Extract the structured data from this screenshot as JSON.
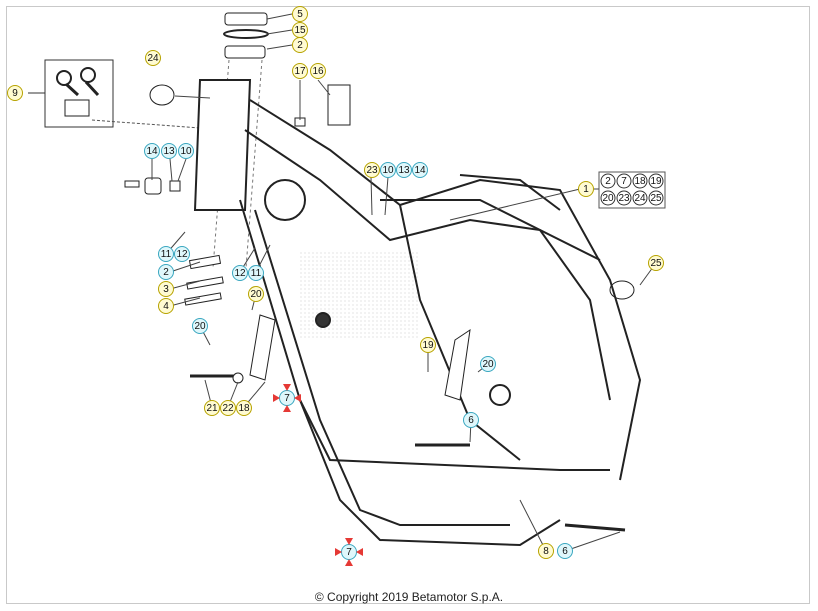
{
  "copyright": "© Copyright 2019 Betamotor S.p.A.",
  "callouts": [
    {
      "label": "5",
      "style": "y"
    },
    {
      "label": "15",
      "style": "y"
    },
    {
      "label": "2",
      "style": "y"
    },
    {
      "label": "24",
      "style": "y"
    },
    {
      "label": "9",
      "style": "y"
    },
    {
      "label": "17",
      "style": "y"
    },
    {
      "label": "16",
      "style": "y"
    },
    {
      "label": "14",
      "style": "c"
    },
    {
      "label": "13",
      "style": "c"
    },
    {
      "label": "10",
      "style": "c"
    },
    {
      "label": "23",
      "style": "y"
    },
    {
      "label": "10",
      "style": "c"
    },
    {
      "label": "13",
      "style": "c"
    },
    {
      "label": "14",
      "style": "c"
    },
    {
      "label": "1",
      "style": "y"
    },
    {
      "label": "11",
      "style": "c"
    },
    {
      "label": "12",
      "style": "c"
    },
    {
      "label": "2",
      "style": "c"
    },
    {
      "label": "3",
      "style": "y"
    },
    {
      "label": "4",
      "style": "y"
    },
    {
      "label": "12",
      "style": "c"
    },
    {
      "label": "11",
      "style": "c"
    },
    {
      "label": "20",
      "style": "y"
    },
    {
      "label": "20",
      "style": "c"
    },
    {
      "label": "19",
      "style": "y"
    },
    {
      "label": "20",
      "style": "c"
    },
    {
      "label": "25",
      "style": "y"
    },
    {
      "label": "21",
      "style": "y"
    },
    {
      "label": "22",
      "style": "y"
    },
    {
      "label": "18",
      "style": "y"
    },
    {
      "label": "7",
      "style": "c"
    },
    {
      "label": "6",
      "style": "c"
    },
    {
      "label": "8",
      "style": "y"
    },
    {
      "label": "6",
      "style": "c"
    },
    {
      "label": "7",
      "style": "c"
    }
  ],
  "kit_box": {
    "items": [
      "2",
      "7",
      "18",
      "19",
      "20",
      "23",
      "24",
      "25"
    ]
  }
}
